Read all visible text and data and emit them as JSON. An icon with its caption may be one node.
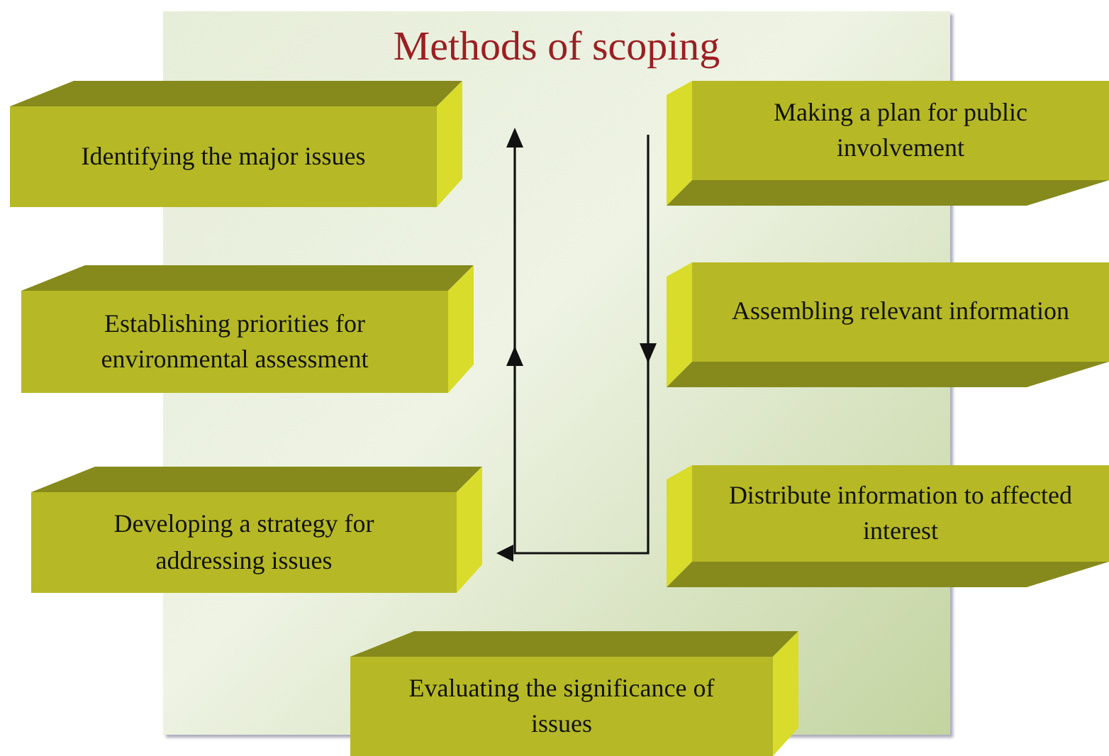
{
  "diagram": {
    "title": "Methods of scoping",
    "nodes": [
      {
        "text": [
          "Identifying the major issues"
        ]
      },
      {
        "text": [
          "Making a plan for public involvement"
        ]
      },
      {
        "text": [
          "Establishing priorities for environmental assessment"
        ]
      },
      {
        "text": [
          "Assembling relevant information"
        ]
      },
      {
        "text": [
          "Developing a strategy for addressing issues"
        ]
      },
      {
        "text": [
          "Distribute information to affected interest"
        ]
      },
      {
        "text": [
          "Evaluating the significance of issues"
        ]
      }
    ]
  }
}
